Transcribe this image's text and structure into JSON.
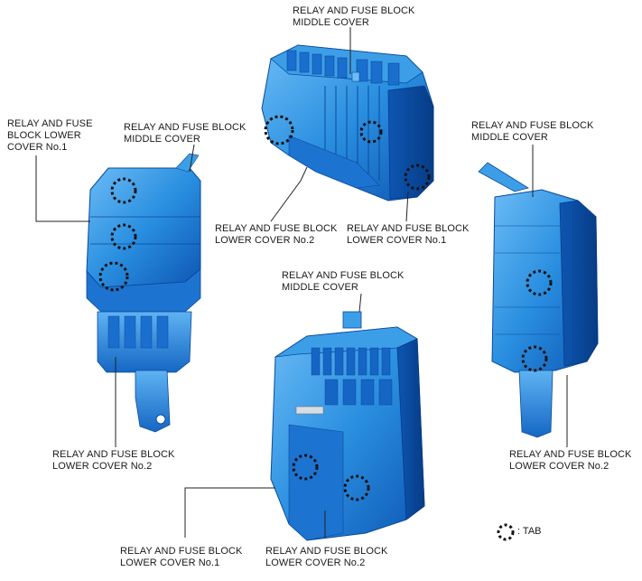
{
  "labels": {
    "top_middle_cover": {
      "line1": "RELAY AND FUSE BLOCK",
      "line2": "MIDDLE COVER"
    },
    "top_lower_no2": {
      "line1": "RELAY AND FUSE BLOCK",
      "line2": "LOWER COVER No.2"
    },
    "top_lower_no1": {
      "line1": "RELAY AND FUSE BLOCK",
      "line2": "LOWER COVER No.1"
    },
    "left_lower_no1": {
      "line1": "RELAY AND FUSE",
      "line2": "BLOCK LOWER",
      "line3": "COVER No.1"
    },
    "left_middle_cover": {
      "line1": "RELAY AND FUSE BLOCK",
      "line2": "MIDDLE COVER"
    },
    "left_lower_no2": {
      "line1": "RELAY AND FUSE BLOCK",
      "line2": "LOWER COVER No.2"
    },
    "right_middle_cover": {
      "line1": "RELAY AND FUSE BLOCK",
      "line2": "MIDDLE COVER"
    },
    "right_lower_no2": {
      "line1": "RELAY AND FUSE BLOCK",
      "line2": "LOWER COVER No.2"
    },
    "bottom_middle_cover": {
      "line1": "RELAY AND FUSE BLOCK",
      "line2": "MIDDLE COVER"
    },
    "bottom_lower_no1": {
      "line1": "RELAY AND FUSE BLOCK",
      "line2": "LOWER COVER No.1"
    },
    "bottom_lower_no2": {
      "line1": "RELAY AND FUSE BLOCK",
      "line2": "LOWER COVER No.2"
    }
  },
  "legend": {
    "text": ": TAB",
    "icon": "dotted-circle-icon"
  },
  "colors": {
    "part_main": "#2a8fe0",
    "part_light": "#6cbcf5",
    "part_dark": "#0d56b3",
    "part_deep": "#073c85",
    "leader": "#222222",
    "tab_marker": "#111111"
  }
}
